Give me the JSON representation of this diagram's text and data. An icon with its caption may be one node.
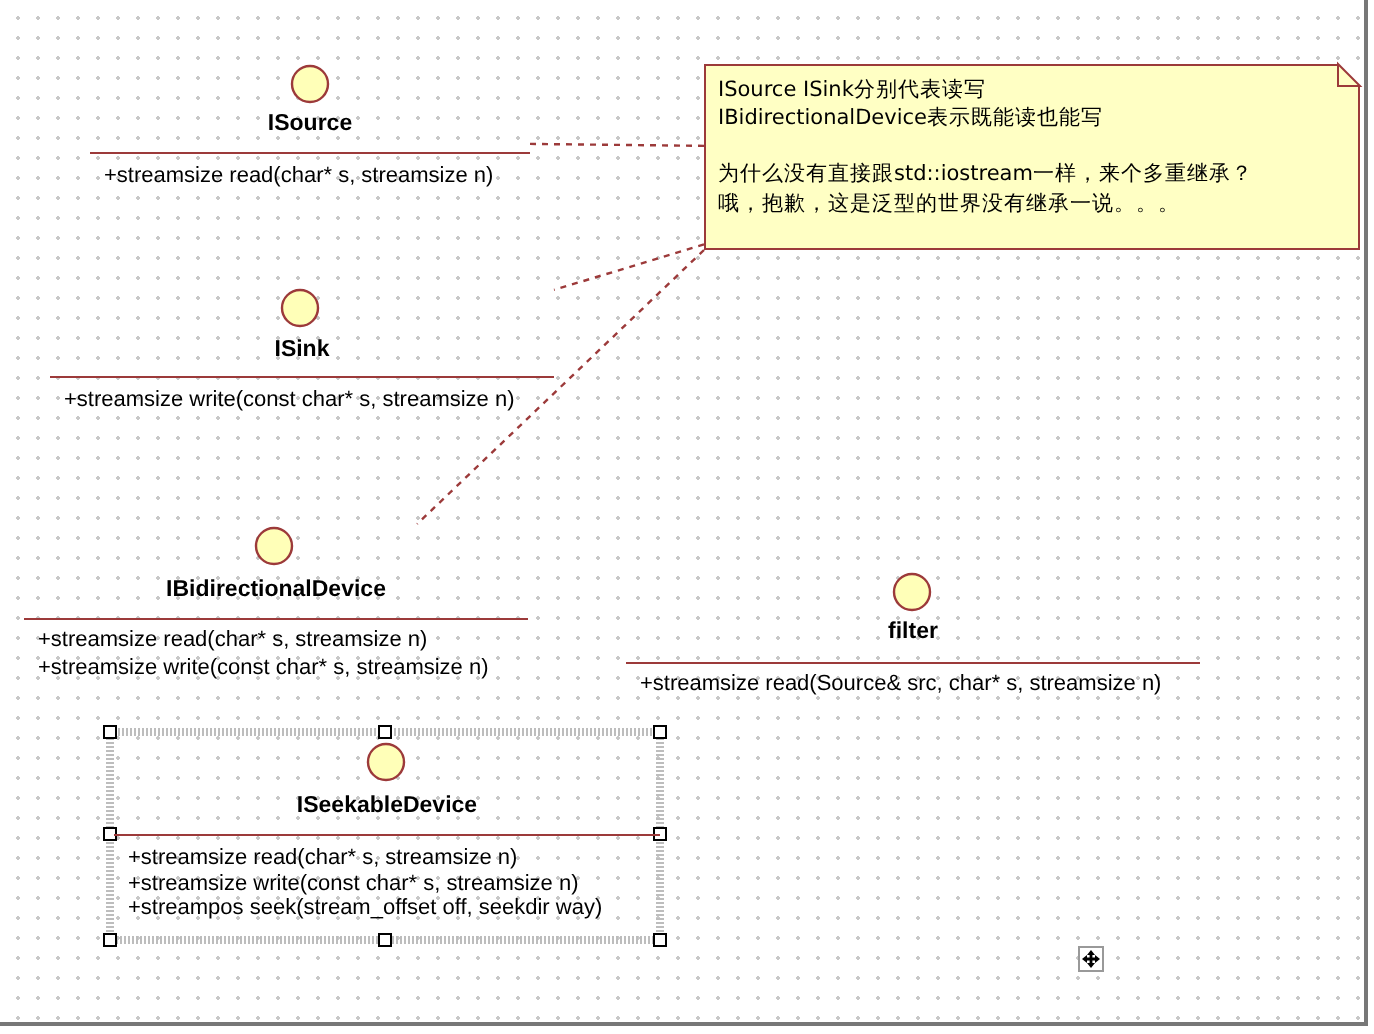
{
  "diagram": {
    "nodes": [
      {
        "text": [
          "ISource",
          "+streamsize read(char* s, streamsize n)"
        ]
      },
      {
        "text": [
          "ISource  ISink分别代表读写",
          "IBidirectionalDevice表示既能读也能写",
          "为什么没有直接跟std::iostream一样，来个多重继承？",
          "哦，抱歉，这是泛型的世界没有继承一说。。。"
        ]
      },
      {
        "text": [
          "ISink",
          "+streamsize write(const char* s, streamsize n)"
        ]
      },
      {
        "text": [
          "IBidirectionalDevice",
          "+streamsize read(char* s, streamsize n)",
          "+streamsize write(const char* s, streamsize n)"
        ]
      },
      {
        "text": [
          "filter",
          "+streamsize read(Source& src, char* s, streamsize n)"
        ]
      },
      {
        "text": [
          "ISeekableDevice",
          "+streamsize read(char* s, streamsize n)",
          "+streamsize write(const char* s, streamsize n)",
          "+streampos seek(stream_offset off, seekdir way)"
        ]
      }
    ],
    "edges": [
      {
        "from": 1,
        "to": 0,
        "arrow": "none",
        "style": "dashed"
      },
      {
        "from": 1,
        "to": 2,
        "arrow": "none",
        "style": "dashed"
      },
      {
        "from": 1,
        "to": 3,
        "arrow": "none",
        "style": "dashed"
      }
    ]
  }
}
